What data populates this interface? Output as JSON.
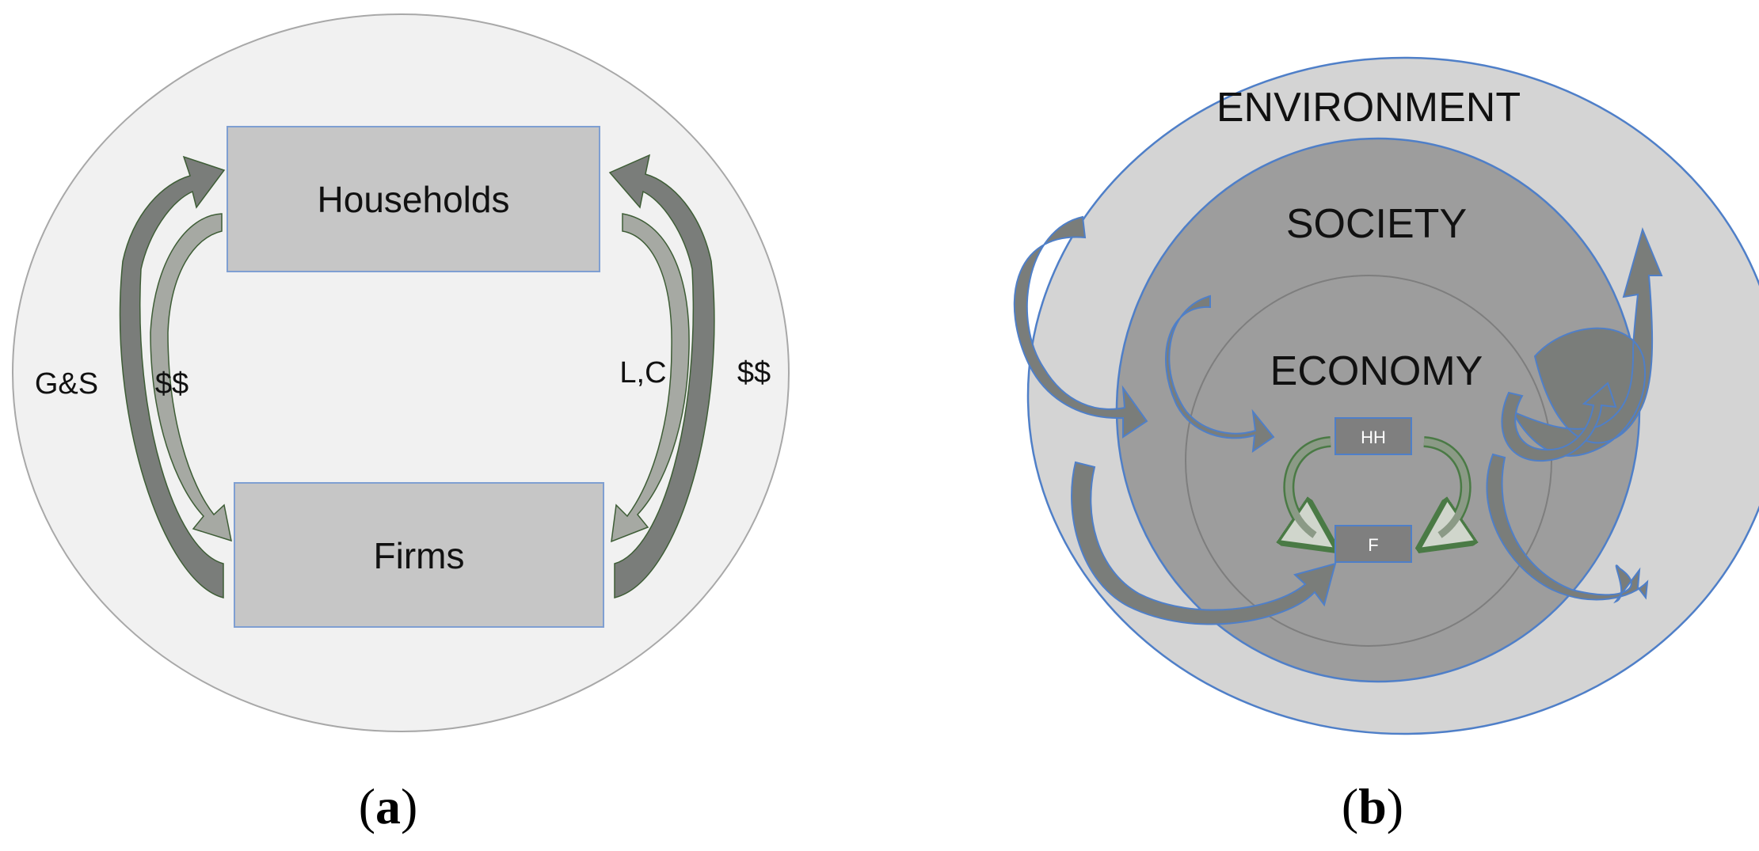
{
  "panel_a": {
    "caption_open": "(",
    "caption_letter": "a",
    "caption_close": ")",
    "boxes": {
      "top": "Households",
      "bottom": "Firms"
    },
    "flow_labels": {
      "left_outer": "G&S",
      "left_inner": "$$",
      "right_inner": "L,C",
      "right_outer": "$$"
    }
  },
  "panel_b": {
    "caption_open": "(",
    "caption_letter": "b",
    "caption_close": ")",
    "rings": {
      "outer": "ENVIRONMENT",
      "middle": "SOCIETY",
      "inner": "ECONOMY"
    },
    "boxes": {
      "top": "HH",
      "bottom": "F"
    }
  },
  "colors": {
    "panel_a_background": "#f1f1f1",
    "box_fill": "#c6c6c6",
    "box_border": "#7f9fd2",
    "environment": "#d4d4d4",
    "society": "#9d9d9d",
    "ring_border": "#4f7fc8",
    "arrow_dark": "#7a7d7a",
    "arrow_light": "#a6a9a3",
    "arrow_outline": "#3e5d36",
    "arrow_green": "#5f8759"
  }
}
